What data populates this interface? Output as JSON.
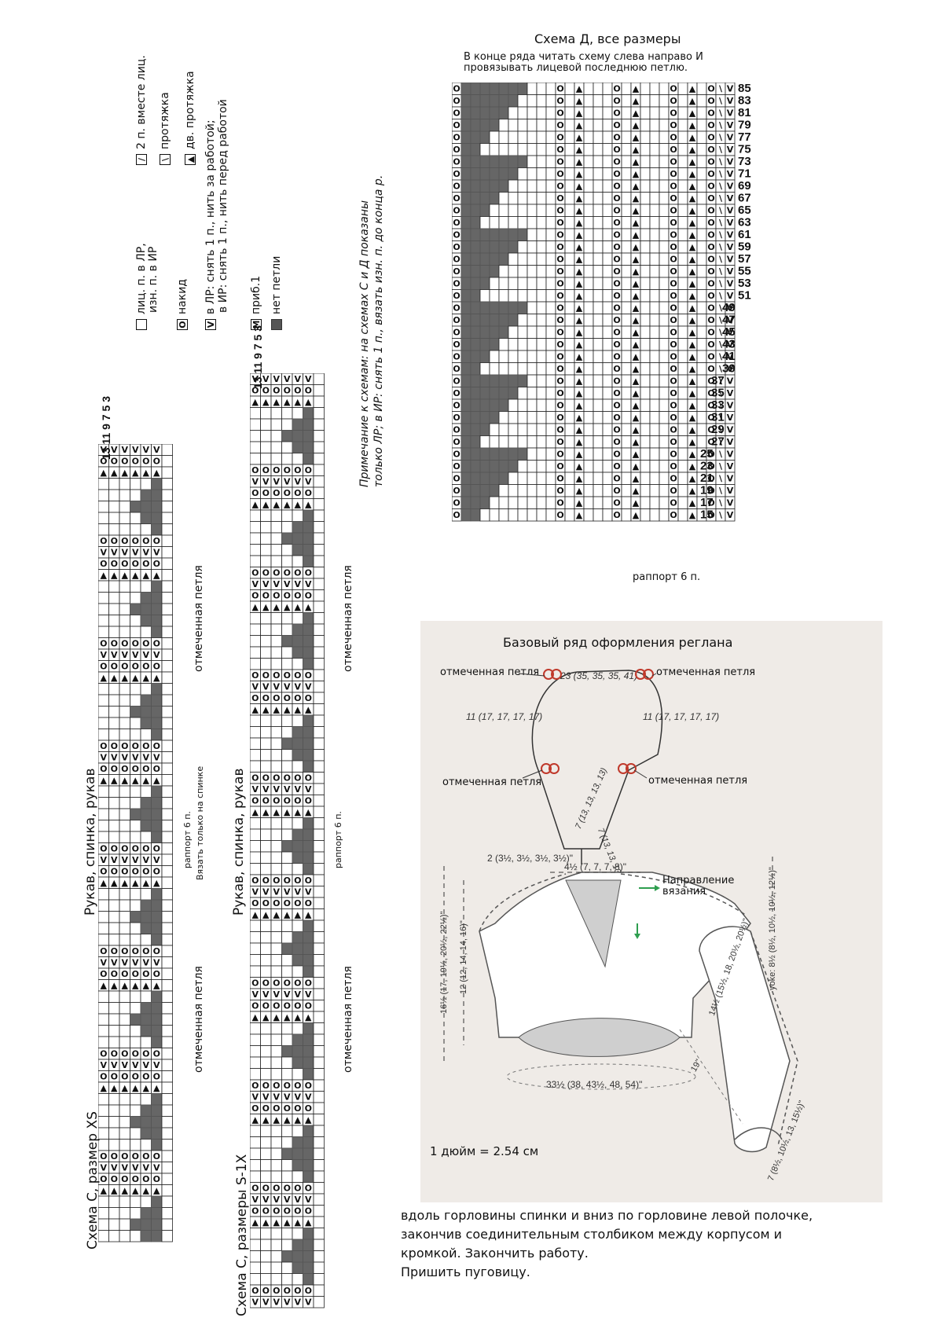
{
  "legend": {
    "items": [
      {
        "symbol": "",
        "dark": false,
        "label": "лиц. п. в ЛР,"
      },
      {
        "symbol": "",
        "dark": false,
        "label": "изн. п. в ИР"
      },
      {
        "symbol": "O",
        "dark": false,
        "label": "накид"
      },
      {
        "symbol": "V",
        "dark": false,
        "label": "в ЛР: снять 1 п., нить за работой;"
      },
      {
        "symbol": "",
        "dark": false,
        "label": "в ИР: снять 1 п., нить перед работой"
      },
      {
        "symbol": "M",
        "dark": false,
        "label": "приб.1"
      },
      {
        "symbol": "",
        "dark": true,
        "label": "нет петли"
      },
      {
        "symbol": "/",
        "dark": false,
        "label": "2 п. вместе лиц."
      },
      {
        "symbol": "\\",
        "dark": false,
        "label": "протяжка"
      },
      {
        "symbol": "▲",
        "dark": false,
        "label": "дв. протяжка"
      }
    ]
  },
  "note": {
    "line1": "Примечание к схемам: на схемах С и Д показаны",
    "line2": "только ЛР; в ИР: снять 1 п.,  вязать изн. п. до конца р."
  },
  "chart_c": {
    "title_xs": "Схема С, размер XS",
    "title_s1x": "Схема С, размеры S-1X",
    "section_label": "Рукав, спинка, рукав",
    "marked_stitch": "отмеченная петля",
    "repeat_label": "раппорт 6 п.",
    "back_only": "Вязать только на спинке",
    "rows_xs": [
      "13",
      "11",
      "9",
      "7",
      "5",
      "3"
    ],
    "rows_s1x": [
      "13",
      "11",
      "9",
      "7",
      "5",
      "3"
    ]
  },
  "chart_d": {
    "title": "Схема Д, все размеры",
    "note_line1": "В конце ряда читать схему слева направо  И",
    "note_line2": "провязывать лицевой последнюю петлю.",
    "rows": [
      "85",
      "83",
      "81",
      "79",
      "77",
      "75",
      "73",
      "71",
      "69",
      "67",
      "65",
      "63",
      "61",
      "59",
      "57",
      "55",
      "53",
      "51",
      "49",
      "47",
      "45",
      "43",
      "41",
      "39",
      "37",
      "35",
      "33",
      "31",
      "29",
      "27",
      "25",
      "23",
      "21",
      "19",
      "17",
      "15"
    ],
    "repeat_label": "раппорт 6 п."
  },
  "raglan": {
    "title": "Базовый ряд оформления реглана",
    "marked": "отмеченная петля",
    "back_count": "23 (35, 35, 35, 41)",
    "sleeve_count": "11 (17, 17, 17, 17)",
    "front_count": "7 (13, 13, 13, 13)"
  },
  "schematic": {
    "neck_width": "2 (3½, 3½, 3½, 3½)\"",
    "front_neck": "4½ (7, 7, 7, 8)\"",
    "direction": "Направление",
    "direction2": "вязания",
    "length_total": "16½ (17, 19½, 20½, 22½)\"",
    "length_body": "12 (12, 14, 14, 16)\"",
    "yoke": "yoke: 8½ (8½, 10½, 10½, 12½)\"",
    "upper_arm": "14½ (15½, 18, 20½, 20½)\"",
    "sleeve_length": "19\"",
    "cuff": "7 (8½, 10½, 13, 15½)\"",
    "hip": "33½ (38, 43½, 48, 54)\"",
    "conversion": "1 дюйм = 2.54 см"
  },
  "body_text": {
    "line1": "вдоль горловины спинки и вниз по горловине левой полочке,",
    "line2": "закончив соединительным столбиком между корпусом и",
    "line3": "кромкой. Закончить работу.",
    "line4": "Пришить пуговицу."
  }
}
